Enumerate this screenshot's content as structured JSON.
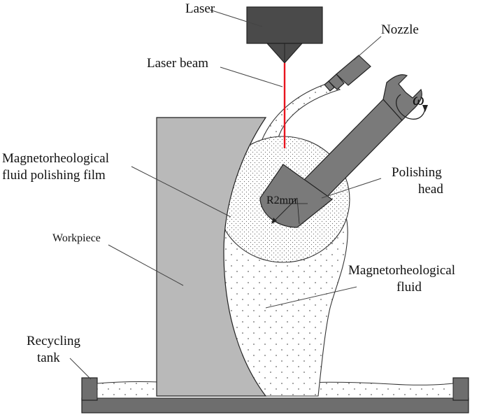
{
  "labels": {
    "laser": "Laser",
    "nozzle": "Nozzle",
    "laser_beam": "Laser beam",
    "omega": "ω",
    "mr_film_line1": "Magnetorheological",
    "mr_film_line2": "fluid polishing film",
    "polishing_head_line1": "Polishing",
    "polishing_head_line2": "head",
    "radius": "R2mm",
    "workpiece": "Workpiece",
    "mr_fluid_line1": "Magnetorheological",
    "mr_fluid_line2": "fluid",
    "recycling_tank_line1": "Recycling",
    "recycling_tank_line2": "tank"
  },
  "colors": {
    "laser_beam": "#e8141e",
    "laser_body": "#4a4a4a",
    "gray_part": "#7a7a7a",
    "workpiece": "#b9b9b9",
    "tank": "#6e6e6e",
    "fluid_dots": "#666666"
  }
}
